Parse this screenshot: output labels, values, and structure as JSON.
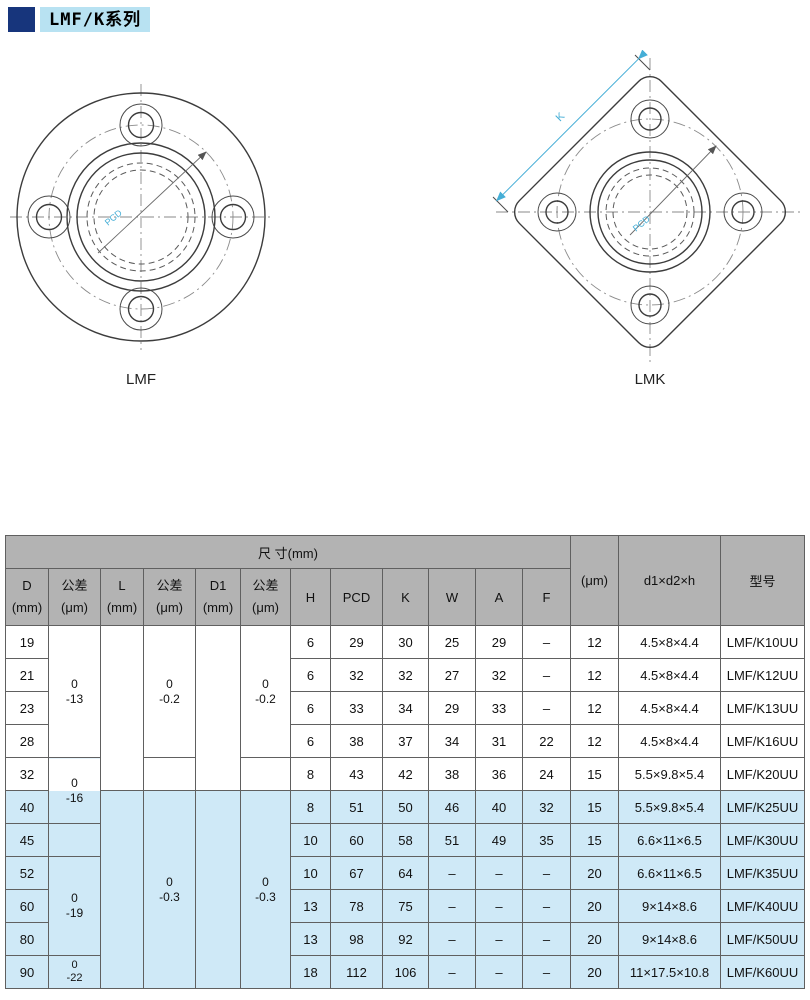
{
  "page": {
    "title": "LMF/K系列",
    "colors": {
      "navy": "#17357c",
      "title_bg": "#b8e2f2",
      "header_gray": "#b3b3b3",
      "row_highlight": "#cfe9f7",
      "dim_color": "#45aed6"
    }
  },
  "figures": {
    "left_caption": "LMF",
    "right_caption": "LMK",
    "pcd_label": "PCD",
    "k_label": "K"
  },
  "table": {
    "title": "尺 寸(mm)",
    "headers": {
      "d": [
        "D",
        "(mm)"
      ],
      "tol": [
        "公差",
        "(μm)"
      ],
      "l": [
        "L",
        "(mm)"
      ],
      "d1": [
        "D1",
        "(mm)"
      ],
      "h": "H",
      "pcd": "PCD",
      "k": "K",
      "w": "W",
      "a": "A",
      "f": "F",
      "um": "(μm)",
      "d1d2h": "d1×d2×h",
      "model": "型号"
    },
    "rows": [
      {
        "hl": false,
        "cells": [
          {
            "t": "19",
            "n": "cell-d"
          },
          {
            "t": "0\n-13",
            "rs": 4,
            "cls": "tol",
            "n": "cell-d-tol"
          },
          {
            "t": "",
            "rs": 5,
            "n": "cell-l"
          },
          {
            "t": "0\n-0.2",
            "rs": 4,
            "cls": "tol",
            "n": "cell-l-tol"
          },
          {
            "t": "",
            "rs": 5,
            "n": "cell-d1"
          },
          {
            "t": "0\n-0.2",
            "rs": 4,
            "cls": "tol",
            "n": "cell-d1-tol"
          },
          {
            "t": "6",
            "n": "cell-h"
          },
          {
            "t": "29",
            "n": "cell-pcd"
          },
          {
            "t": "30",
            "n": "cell-k"
          },
          {
            "t": "25",
            "n": "cell-w"
          },
          {
            "t": "29",
            "n": "cell-a"
          },
          {
            "t": "–",
            "n": "cell-f"
          },
          {
            "t": "12",
            "n": "cell-ecc"
          },
          {
            "t": "4.5×8×4.4",
            "n": "cell-d1d2h"
          },
          {
            "t": "LMF/K10UU",
            "n": "cell-model"
          }
        ]
      },
      {
        "hl": false,
        "cells": [
          {
            "t": "21",
            "n": "cell-d"
          },
          {
            "t": "6",
            "n": "cell-h"
          },
          {
            "t": "32",
            "n": "cell-pcd"
          },
          {
            "t": "32",
            "n": "cell-k"
          },
          {
            "t": "27",
            "n": "cell-w"
          },
          {
            "t": "32",
            "n": "cell-a"
          },
          {
            "t": "–",
            "n": "cell-f"
          },
          {
            "t": "12",
            "n": "cell-ecc"
          },
          {
            "t": "4.5×8×4.4",
            "n": "cell-d1d2h"
          },
          {
            "t": "LMF/K12UU",
            "n": "cell-model"
          }
        ]
      },
      {
        "hl": false,
        "cells": [
          {
            "t": "23",
            "n": "cell-d"
          },
          {
            "t": "6",
            "n": "cell-h"
          },
          {
            "t": "33",
            "n": "cell-pcd"
          },
          {
            "t": "34",
            "n": "cell-k"
          },
          {
            "t": "29",
            "n": "cell-w"
          },
          {
            "t": "33",
            "n": "cell-a"
          },
          {
            "t": "–",
            "n": "cell-f"
          },
          {
            "t": "12",
            "n": "cell-ecc"
          },
          {
            "t": "4.5×8×4.4",
            "n": "cell-d1d2h"
          },
          {
            "t": "LMF/K13UU",
            "n": "cell-model"
          }
        ]
      },
      {
        "hl": false,
        "cells": [
          {
            "t": "28",
            "n": "cell-d"
          },
          {
            "t": "6",
            "n": "cell-h"
          },
          {
            "t": "38",
            "n": "cell-pcd"
          },
          {
            "t": "37",
            "n": "cell-k"
          },
          {
            "t": "34",
            "n": "cell-w"
          },
          {
            "t": "31",
            "n": "cell-a"
          },
          {
            "t": "22",
            "n": "cell-f"
          },
          {
            "t": "12",
            "n": "cell-ecc"
          },
          {
            "t": "4.5×8×4.4",
            "n": "cell-d1d2h"
          },
          {
            "t": "LMF/K16UU",
            "n": "cell-model"
          }
        ]
      },
      {
        "hl": false,
        "cells": [
          {
            "t": "32",
            "n": "cell-d"
          },
          {
            "t": "0\n-16",
            "rs": 2,
            "cls": "tol grad",
            "n": "cell-d-tol"
          },
          {
            "t": "",
            "n": "cell-l-tol"
          },
          {
            "t": "",
            "n": "cell-d1-tol"
          },
          {
            "t": "8",
            "n": "cell-h"
          },
          {
            "t": "43",
            "n": "cell-pcd"
          },
          {
            "t": "42",
            "n": "cell-k"
          },
          {
            "t": "38",
            "n": "cell-w"
          },
          {
            "t": "36",
            "n": "cell-a"
          },
          {
            "t": "24",
            "n": "cell-f"
          },
          {
            "t": "15",
            "n": "cell-ecc"
          },
          {
            "t": "5.5×9.8×5.4",
            "n": "cell-d1d2h"
          },
          {
            "t": "LMF/K20UU",
            "n": "cell-model"
          }
        ]
      },
      {
        "hl": true,
        "cells": [
          {
            "t": "40",
            "n": "cell-d"
          },
          {
            "t": "",
            "rs": 6,
            "n": "cell-l"
          },
          {
            "t": "0\n-0.3",
            "rs": 6,
            "cls": "tol",
            "n": "cell-l-tol"
          },
          {
            "t": "",
            "rs": 6,
            "n": "cell-d1"
          },
          {
            "t": "0\n-0.3",
            "rs": 6,
            "cls": "tol",
            "n": "cell-d1-tol"
          },
          {
            "t": "8",
            "n": "cell-h"
          },
          {
            "t": "51",
            "n": "cell-pcd"
          },
          {
            "t": "50",
            "n": "cell-k"
          },
          {
            "t": "46",
            "n": "cell-w"
          },
          {
            "t": "40",
            "n": "cell-a"
          },
          {
            "t": "32",
            "n": "cell-f"
          },
          {
            "t": "15",
            "n": "cell-ecc"
          },
          {
            "t": "5.5×9.8×5.4",
            "n": "cell-d1d2h"
          },
          {
            "t": "LMF/K25UU",
            "n": "cell-model"
          }
        ]
      },
      {
        "hl": true,
        "cells": [
          {
            "t": "45",
            "n": "cell-d"
          },
          {
            "t": "",
            "n": "cell-d-tol"
          },
          {
            "t": "10",
            "n": "cell-h"
          },
          {
            "t": "60",
            "n": "cell-pcd"
          },
          {
            "t": "58",
            "n": "cell-k"
          },
          {
            "t": "51",
            "n": "cell-w"
          },
          {
            "t": "49",
            "n": "cell-a"
          },
          {
            "t": "35",
            "n": "cell-f"
          },
          {
            "t": "15",
            "n": "cell-ecc"
          },
          {
            "t": "6.6×11×6.5",
            "n": "cell-d1d2h"
          },
          {
            "t": "LMF/K30UU",
            "n": "cell-model"
          }
        ]
      },
      {
        "hl": true,
        "cells": [
          {
            "t": "52",
            "n": "cell-d"
          },
          {
            "t": "0\n-19",
            "rs": 3,
            "cls": "tol",
            "n": "cell-d-tol"
          },
          {
            "t": "10",
            "n": "cell-h"
          },
          {
            "t": "67",
            "n": "cell-pcd"
          },
          {
            "t": "64",
            "n": "cell-k"
          },
          {
            "t": "–",
            "n": "cell-w"
          },
          {
            "t": "–",
            "n": "cell-a"
          },
          {
            "t": "–",
            "n": "cell-f"
          },
          {
            "t": "20",
            "n": "cell-ecc"
          },
          {
            "t": "6.6×11×6.5",
            "n": "cell-d1d2h"
          },
          {
            "t": "LMF/K35UU",
            "n": "cell-model"
          }
        ]
      },
      {
        "hl": true,
        "cells": [
          {
            "t": "60",
            "n": "cell-d"
          },
          {
            "t": "13",
            "n": "cell-h"
          },
          {
            "t": "78",
            "n": "cell-pcd"
          },
          {
            "t": "75",
            "n": "cell-k"
          },
          {
            "t": "–",
            "n": "cell-w"
          },
          {
            "t": "–",
            "n": "cell-a"
          },
          {
            "t": "–",
            "n": "cell-f"
          },
          {
            "t": "20",
            "n": "cell-ecc"
          },
          {
            "t": "9×14×8.6",
            "n": "cell-d1d2h"
          },
          {
            "t": "LMF/K40UU",
            "n": "cell-model"
          }
        ]
      },
      {
        "hl": true,
        "cells": [
          {
            "t": "80",
            "n": "cell-d"
          },
          {
            "t": "13",
            "n": "cell-h"
          },
          {
            "t": "98",
            "n": "cell-pcd"
          },
          {
            "t": "92",
            "n": "cell-k"
          },
          {
            "t": "–",
            "n": "cell-w"
          },
          {
            "t": "–",
            "n": "cell-a"
          },
          {
            "t": "–",
            "n": "cell-f"
          },
          {
            "t": "20",
            "n": "cell-ecc"
          },
          {
            "t": "9×14×8.6",
            "n": "cell-d1d2h"
          },
          {
            "t": "LMF/K50UU",
            "n": "cell-model"
          }
        ]
      },
      {
        "hl": true,
        "cells": [
          {
            "t": "90",
            "n": "cell-d"
          },
          {
            "t": "0\n-22",
            "cls": "tol sm",
            "n": "cell-d-tol"
          },
          {
            "t": "18",
            "n": "cell-h"
          },
          {
            "t": "112",
            "n": "cell-pcd"
          },
          {
            "t": "106",
            "n": "cell-k"
          },
          {
            "t": "–",
            "n": "cell-w"
          },
          {
            "t": "–",
            "n": "cell-a"
          },
          {
            "t": "–",
            "n": "cell-f"
          },
          {
            "t": "20",
            "n": "cell-ecc"
          },
          {
            "t": "11×17.5×10.8",
            "n": "cell-d1d2h"
          },
          {
            "t": "LMF/K60UU",
            "n": "cell-model"
          }
        ]
      }
    ]
  }
}
